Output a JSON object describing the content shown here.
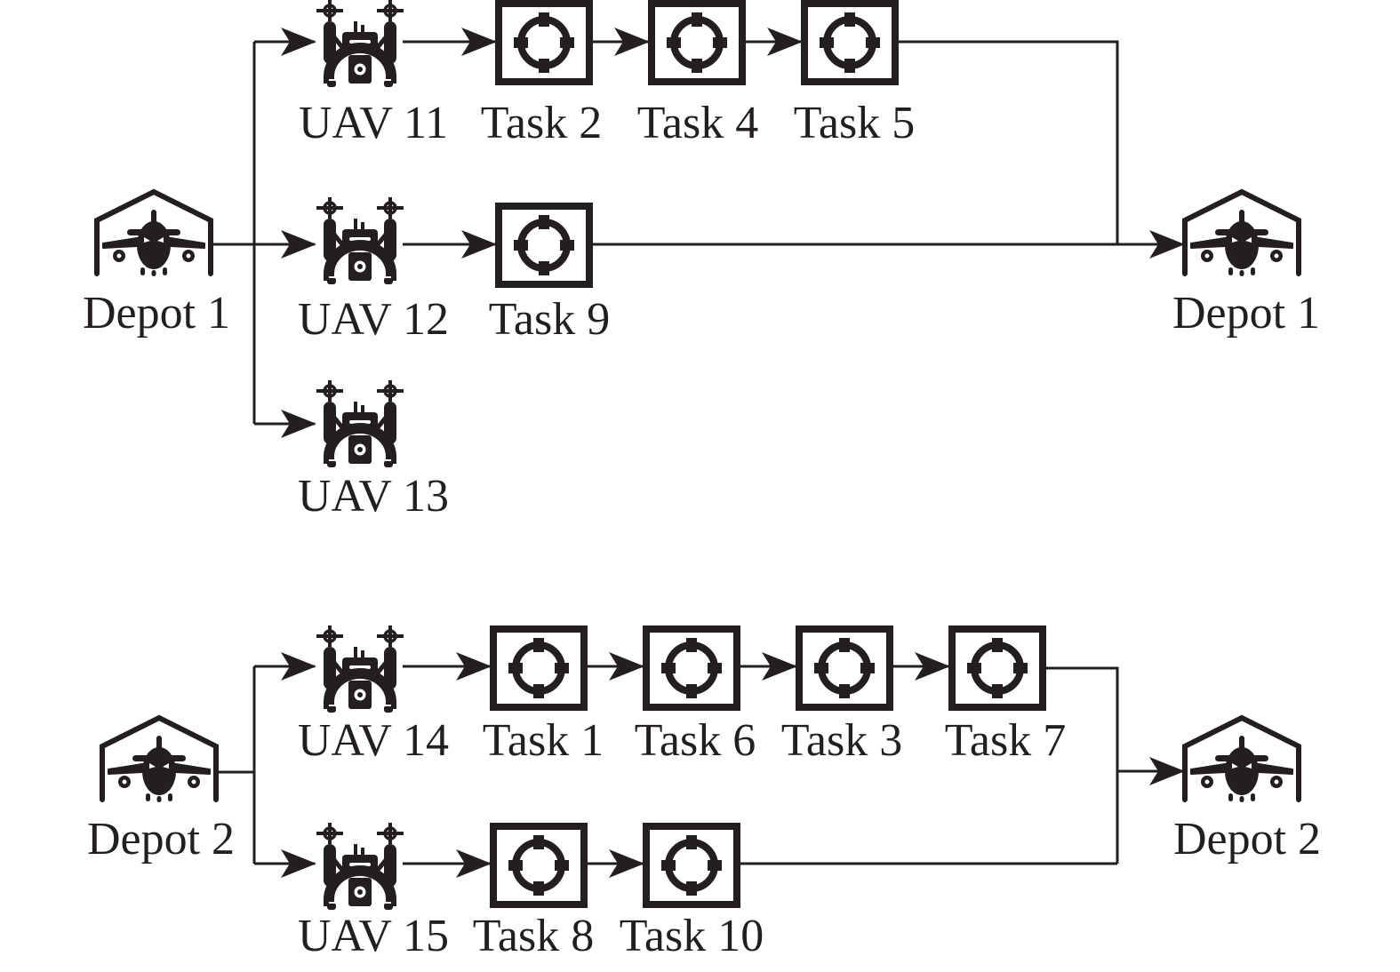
{
  "diagram": {
    "title": "UAV task assignment routes",
    "colors": {
      "ink": "#231f20",
      "background": "#ffffff"
    },
    "groups": [
      {
        "depot": "Depot 1",
        "uavs": [
          {
            "label": "UAV 11",
            "tasks": [
              "Task 2",
              "Task 4",
              "Task 5"
            ]
          },
          {
            "label": "UAV 12",
            "tasks": [
              "Task 9"
            ]
          },
          {
            "label": "UAV 13",
            "tasks": []
          }
        ],
        "return_depot": "Depot 1"
      },
      {
        "depot": "Depot 2",
        "uavs": [
          {
            "label": "UAV 14",
            "tasks": [
              "Task 1",
              "Task 6",
              "Task 3",
              "Task 7"
            ]
          },
          {
            "label": "UAV 15",
            "tasks": [
              "Task 8",
              "Task 10"
            ]
          }
        ],
        "return_depot": "Depot 2"
      }
    ]
  }
}
